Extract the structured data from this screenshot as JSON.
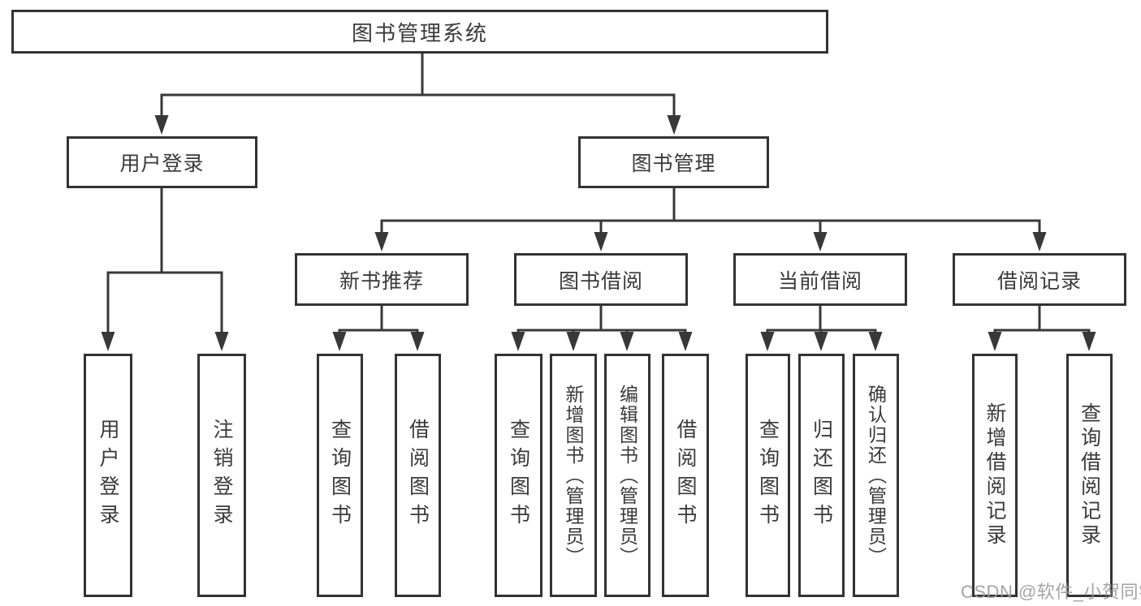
{
  "title": {
    "label": "图书管理系统"
  },
  "level2": [
    {
      "label": "用户登录"
    },
    {
      "label": "图书管理"
    }
  ],
  "level3": [
    {
      "label": "新书推荐"
    },
    {
      "label": "图书借阅"
    },
    {
      "label": "当前借阅"
    },
    {
      "label": "借阅记录"
    }
  ],
  "leaves": [
    {
      "label": "用户登录"
    },
    {
      "label": "注销登录"
    },
    {
      "label": "查询图书"
    },
    {
      "label": "借阅图书"
    },
    {
      "label": "查询图书"
    },
    {
      "label": "新增图书（管理员）"
    },
    {
      "label": "编辑图书（管理员）"
    },
    {
      "label": "借阅图书"
    },
    {
      "label": "查询图书"
    },
    {
      "label": "归还图书"
    },
    {
      "label": "确认归还（管理员）"
    },
    {
      "label": "新增借阅记录"
    },
    {
      "label": "查询借阅记录"
    }
  ],
  "watermark": {
    "text": "CSDN @软件_小贺同学"
  },
  "colors": {
    "line": "#383838",
    "border": "#333333",
    "text": "#3a3a3a",
    "background": "#ffffff",
    "watermark": "#9b9b9b"
  }
}
